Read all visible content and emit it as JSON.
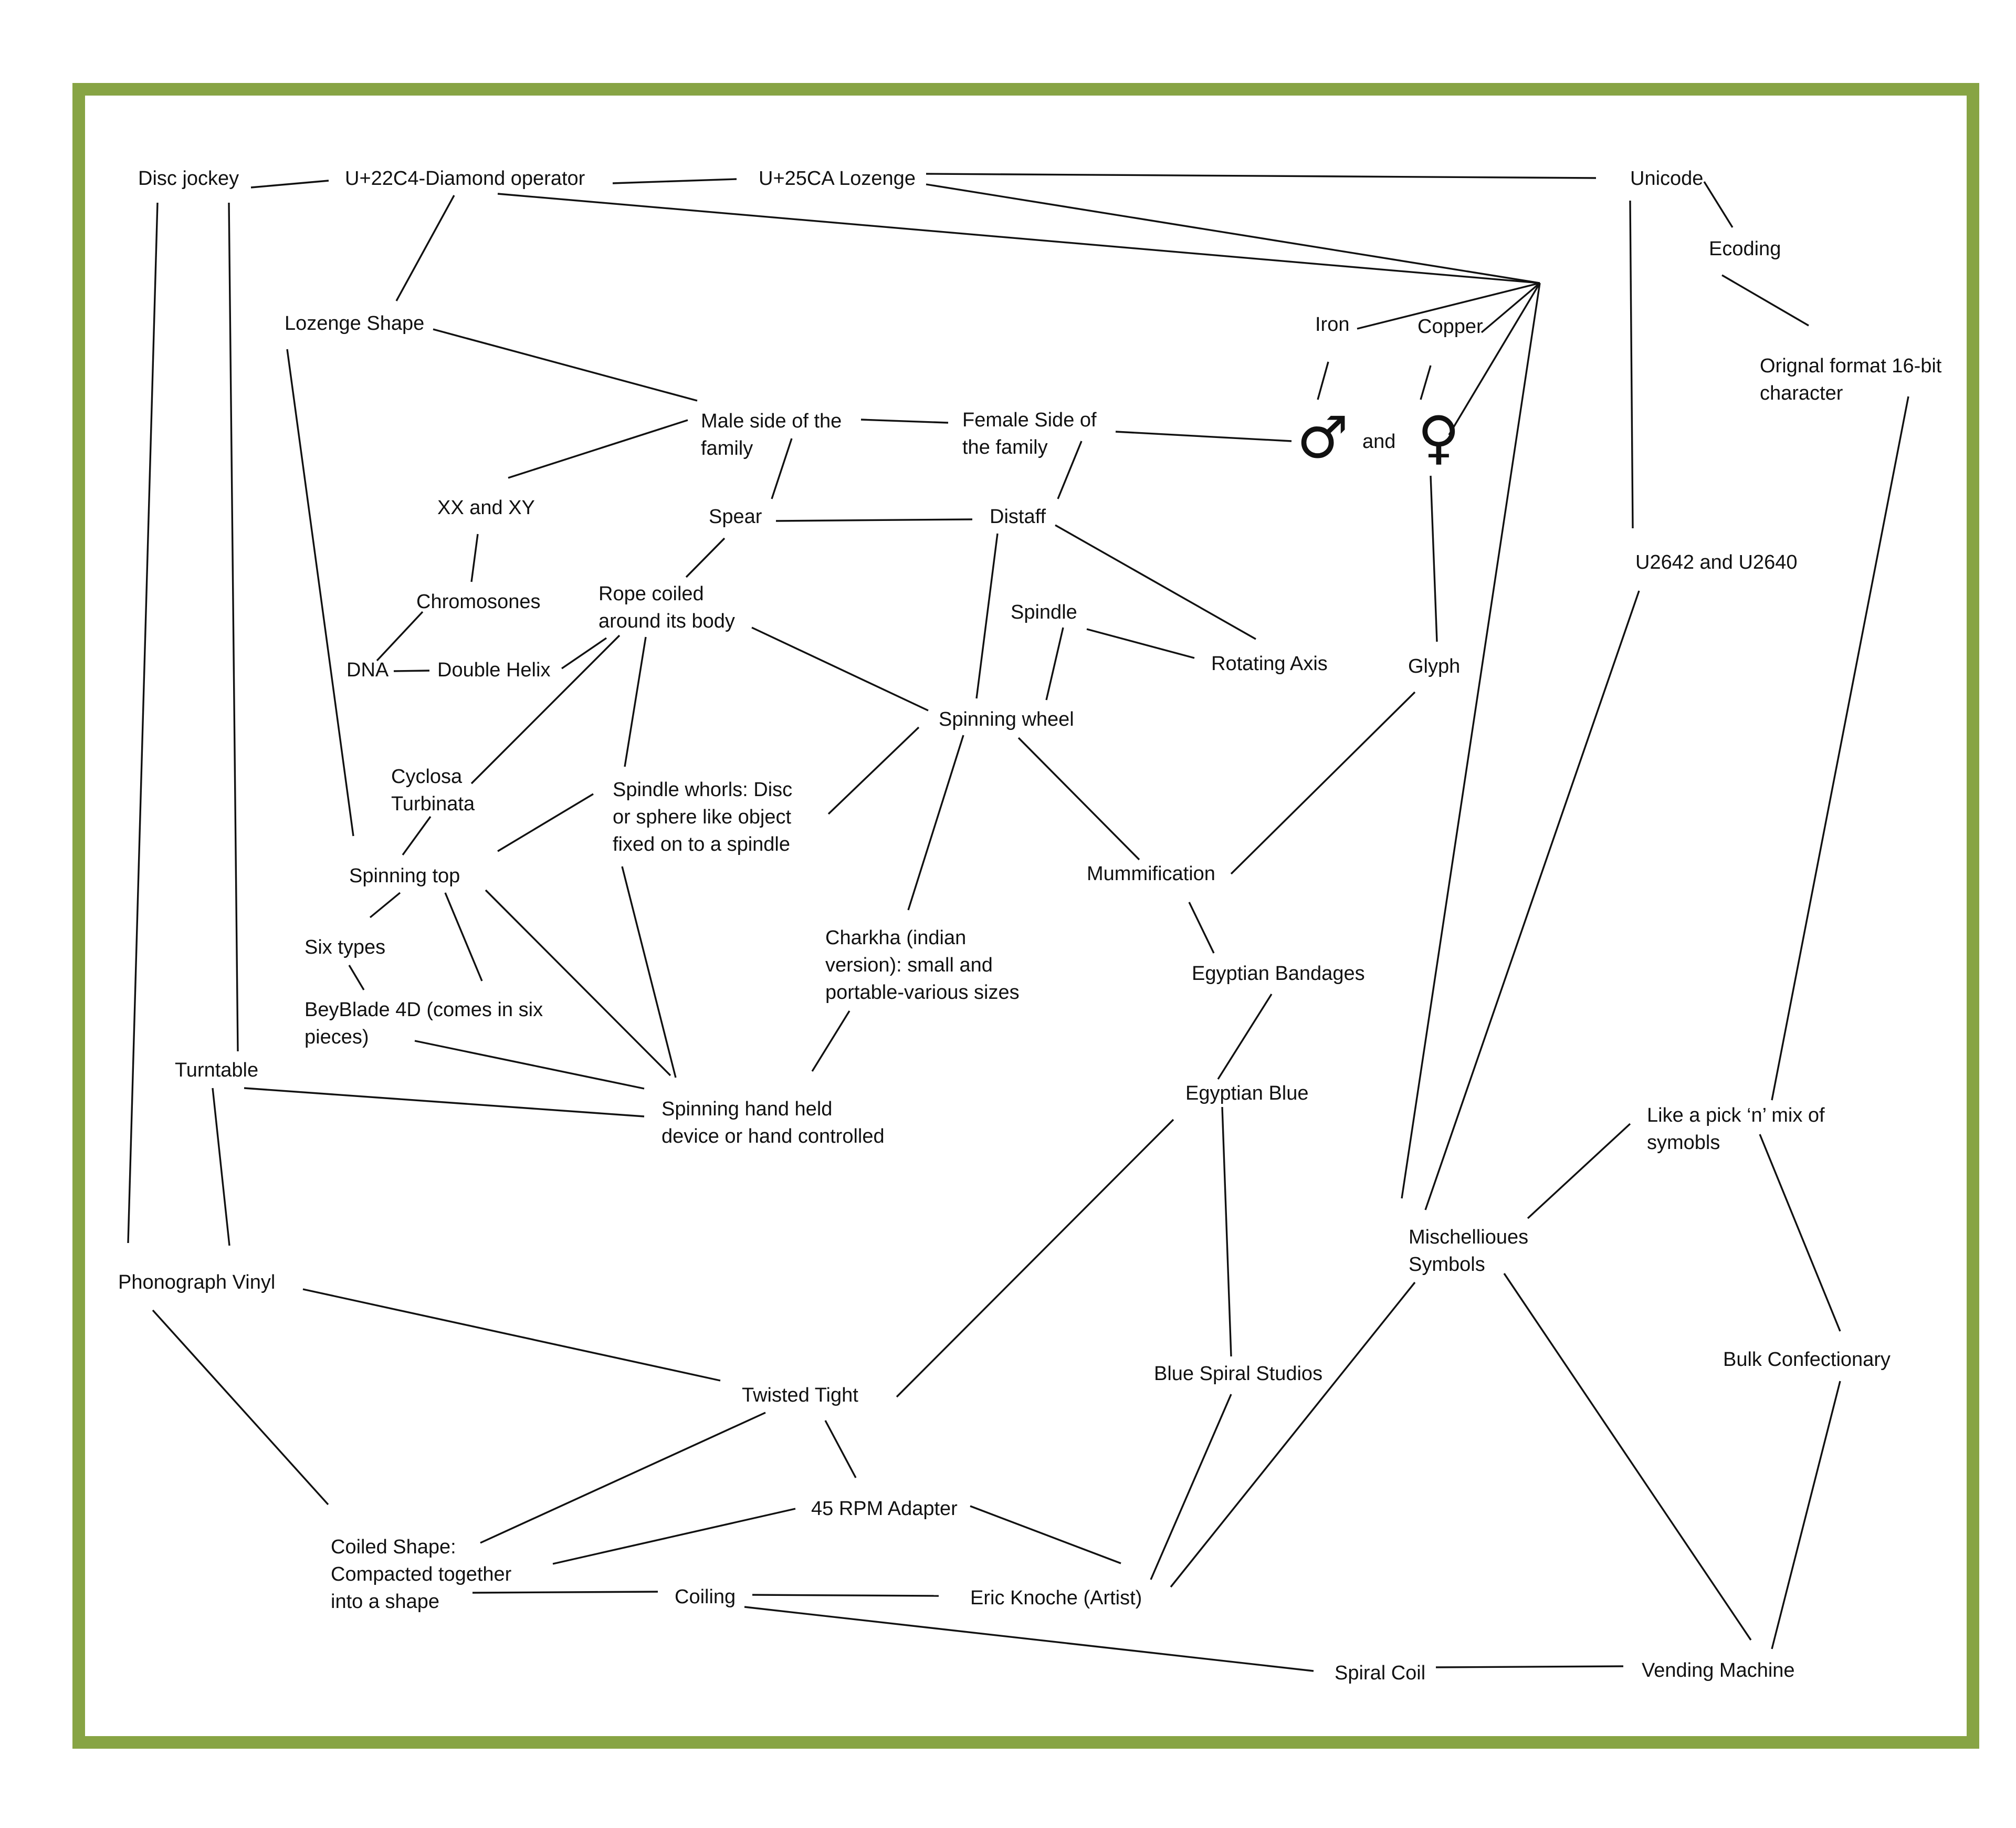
{
  "diagram": {
    "nodes": {
      "disc_jockey": "Disc jockey",
      "diamond_operator": "U+22C4-Diamond operator",
      "lozenge_unicode": "U+25CA Lozenge",
      "unicode": "Unicode",
      "ecoding": "Ecoding",
      "original_format": "Orignal format 16-bit\ncharacter",
      "lozenge_shape": "Lozenge Shape",
      "iron": "Iron",
      "copper": "Copper",
      "male_side": "Male side of the\nfamily",
      "female_side": "Female Side of\nthe family",
      "male_symbol": "♂",
      "and": "and",
      "female_symbol": "♀",
      "xx_xy": "XX and XY",
      "spear": "Spear",
      "distaff": "Distaff",
      "u2642": "U2642 and U2640",
      "chromosones": "Chromosones",
      "rope_coiled": "Rope coiled\naround its body",
      "spindle": "Spindle",
      "dna": "DNA",
      "double_helix": "Double Helix",
      "rotating_axis": "Rotating Axis",
      "glyph": "Glyph",
      "spinning_wheel": "Spinning wheel",
      "cyclosa": "Cyclosa\nTurbinata",
      "spindle_whorls": "Spindle whorls: Disc\nor sphere like object\nfixed on to a spindle",
      "spinning_top": "Spinning top",
      "mummification": "Mummification",
      "six_types": "Six types",
      "charkha": "Charkha (indian\nversion): small and\nportable-various sizes",
      "egyptian_bandages": "Egyptian Bandages",
      "beyblade": "BeyBlade 4D (comes in six\npieces)",
      "turntable": "Turntable",
      "egyptian_blue": "Egyptian Blue",
      "spinning_hand": "Spinning hand held\ndevice or hand controlled",
      "pick_n_mix": "Like a pick ‘n’ mix of\nsymobls",
      "misc_symbols": "Mischellioues\nSymbols",
      "phonograph": "Phonograph Vinyl",
      "bulk": "Bulk Confectionary",
      "blue_spiral": "Blue Spiral Studios",
      "twisted_tight": "Twisted Tight",
      "rpm_adapter": "45 RPM Adapter",
      "coiled_shape": "Coiled Shape:\nCompacted together\ninto a shape",
      "coiling": "Coiling",
      "eric_knoche": "Eric Knoche (Artist)",
      "spiral_coil": "Spiral Coil",
      "vending": "Vending Machine"
    }
  }
}
